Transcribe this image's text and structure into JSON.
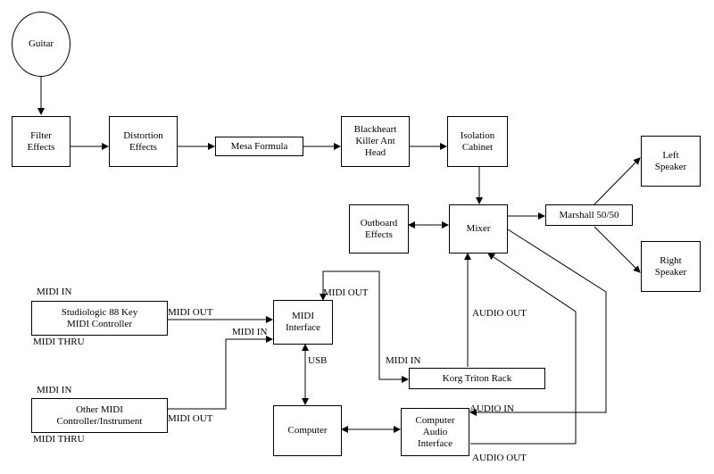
{
  "nodes": {
    "guitar": "Guitar",
    "filter_effects": "Filter\nEffects",
    "distortion_effects": "Distortion\nEffects",
    "mesa_formula": "Mesa Formula",
    "blackheart": "Blackheart\nKiller Ant\nHead",
    "isolation_cabinet": "Isolation\nCabinet",
    "left_speaker": "Left\nSpeaker",
    "right_speaker": "Right\nSpeaker",
    "marshall": "Marshall 50/50",
    "mixer": "Mixer",
    "outboard_effects": "Outboard\nEffects",
    "studiologic": "Studiologic 88 Key\nMIDI Controller",
    "other_midi": "Other MIDI\nController/Instrument",
    "midi_interface": "MIDI\nInterface",
    "korg": "Korg Triton Rack",
    "computer": "Computer",
    "computer_audio_interface": "Computer\nAudio\nInterface"
  },
  "labels": {
    "midi_in_1": "MIDI IN",
    "midi_thru_1": "MIDI THRU",
    "midi_out_1": "MIDI OUT",
    "midi_in_2": "MIDI IN",
    "midi_thru_2": "MIDI THRU",
    "midi_out_2": "MIDI OUT",
    "midi_in_interface": "MIDI IN",
    "midi_out_interface": "MIDI OUT",
    "usb": "USB",
    "midi_in_korg": "MIDI IN",
    "audio_out_korg": "AUDIO OUT",
    "audio_in_cai": "AUDIO IN",
    "audio_out_cai": "AUDIO OUT"
  }
}
